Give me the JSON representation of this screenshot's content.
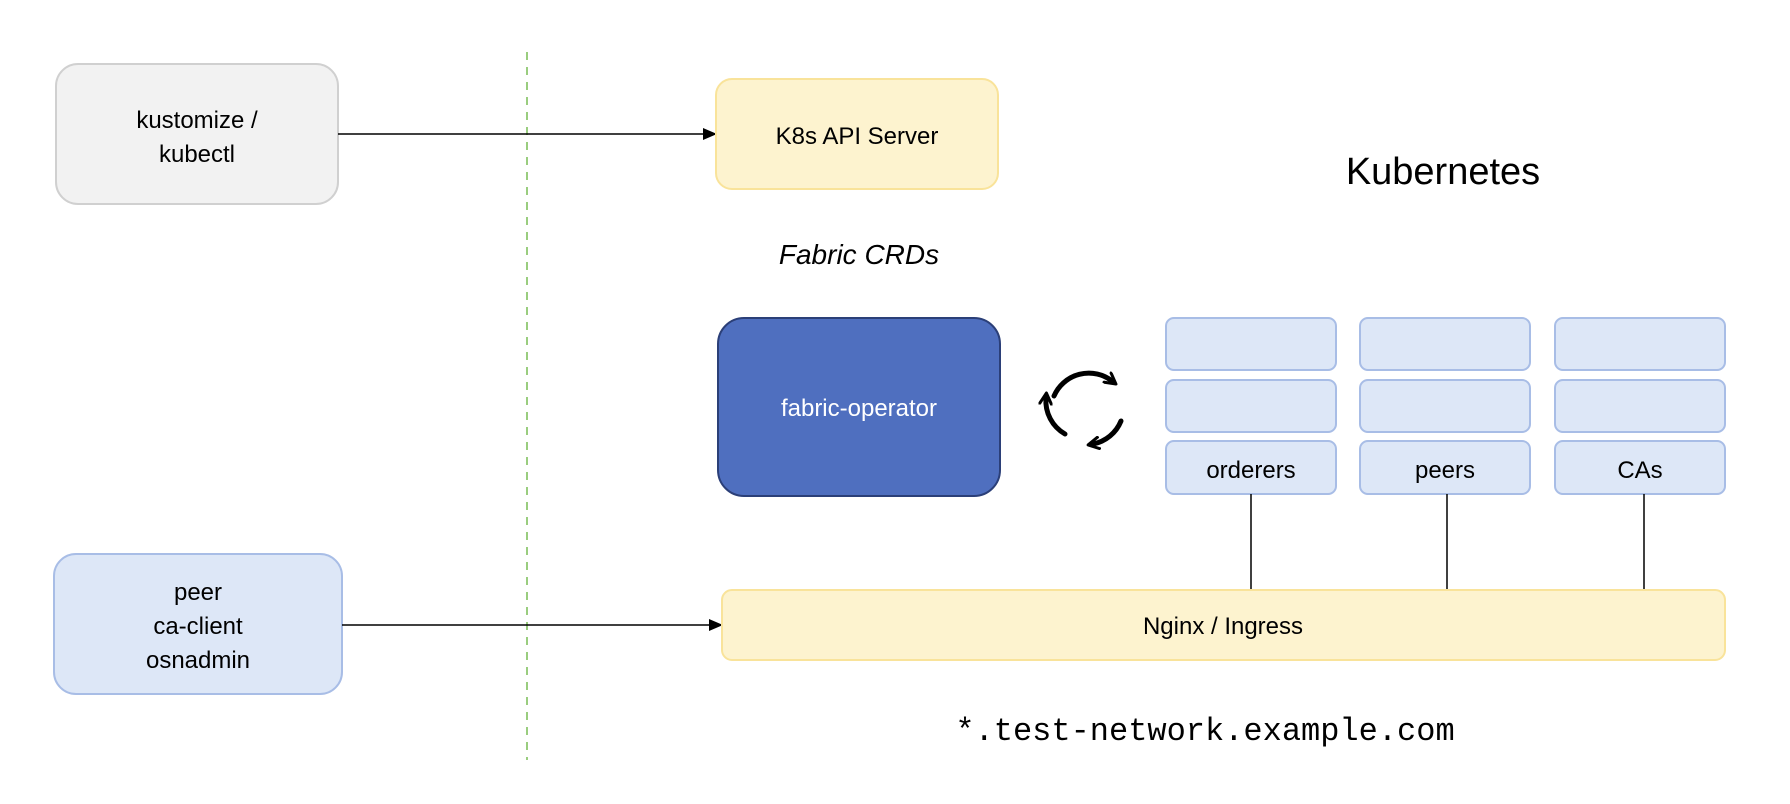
{
  "client_tools": {
    "lines": [
      "kustomize /",
      "kubectl"
    ]
  },
  "api_server": {
    "label": "K8s API Server"
  },
  "kubernetes": {
    "label": "Kubernetes"
  },
  "fabric_crds": {
    "label": "Fabric CRDs"
  },
  "fabric_operator": {
    "label": "fabric-operator"
  },
  "reconcile": {
    "icon": "refresh-cycle-icon"
  },
  "stacks": [
    {
      "label": "orderers"
    },
    {
      "label": "peers"
    },
    {
      "label": "CAs"
    }
  ],
  "cli_clients": {
    "lines": [
      "peer",
      "ca-client",
      "osnadmin"
    ]
  },
  "ingress": {
    "label": "Nginx / Ingress"
  },
  "domain": {
    "label": "*.test-network.example.com"
  },
  "colors": {
    "gray_fill": "#f2f2f2",
    "gray_stroke": "#d0d0d0",
    "yellow_fill": "#fdf3cf",
    "yellow_stroke": "#f9e39a",
    "blue_light_fill": "#dde7f7",
    "blue_light_stroke": "#a8bde6",
    "operator_fill": "#4f6fbf",
    "operator_stroke": "#2b3f78",
    "boundary_dash": "#9acd7f"
  }
}
